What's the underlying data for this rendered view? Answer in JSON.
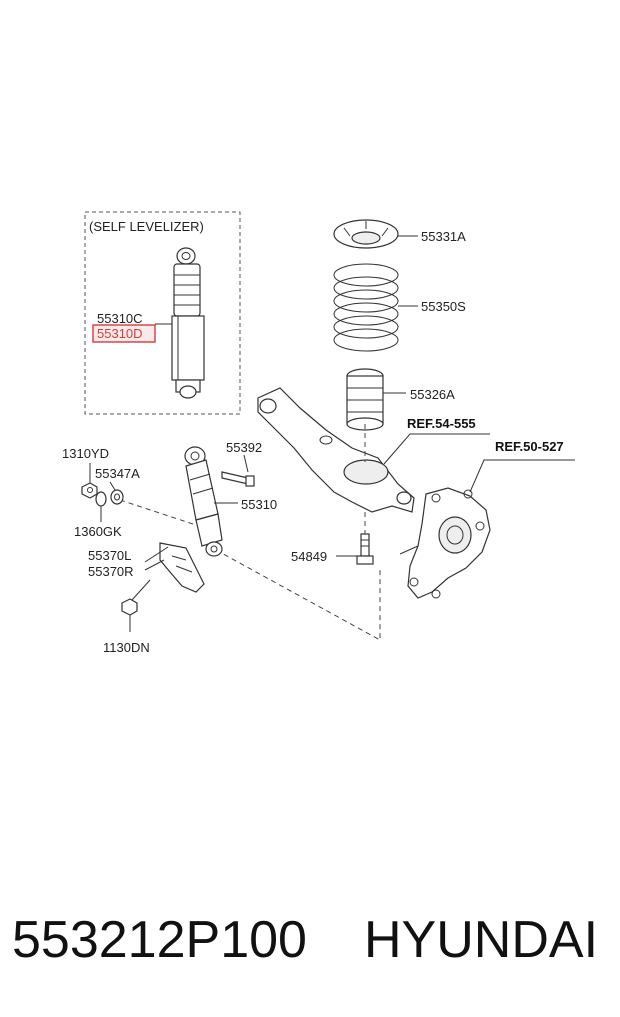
{
  "diagram": {
    "group_title": "(SELF LEVELIZER)",
    "labels": {
      "p55310C": "55310C",
      "p55310D": "55310D",
      "p55331A": "55331A",
      "p55350S": "55350S",
      "p55326A": "55326A",
      "ref54": "REF.54-555",
      "ref50": "REF.50-527",
      "p1310YD": "1310YD",
      "p55347A": "55347A",
      "p1360GK": "1360GK",
      "p55392": "55392",
      "p55310": "55310",
      "p55370L": "55370L",
      "p55370R": "55370R",
      "p54849": "54849",
      "p1130DN": "1130DN"
    },
    "highlight_color": "#d23c3c"
  },
  "footer": {
    "part_number": "553212P100",
    "brand": "HYUNDAI"
  }
}
